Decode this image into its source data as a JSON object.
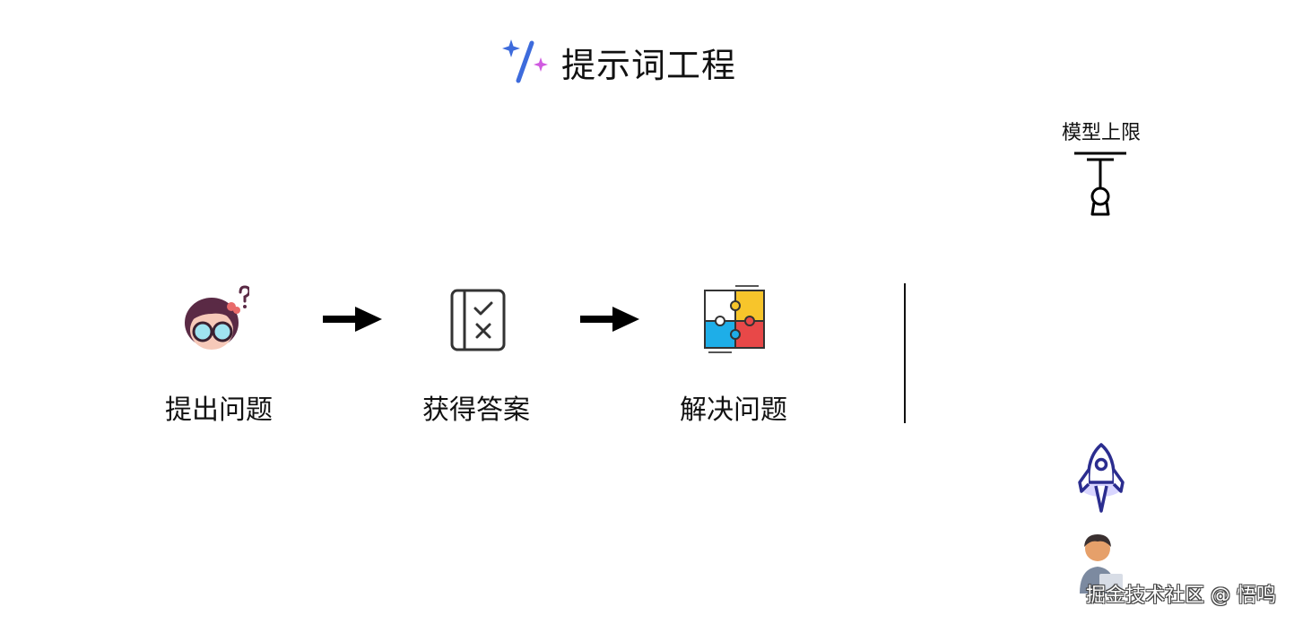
{
  "header": {
    "title": "提示词工程",
    "icon": "prompt-sparkle-icon",
    "colors": {
      "slash": "#3d6bdc",
      "sparkle_blue": "#3d6bdc",
      "sparkle_pink": "#d05be0"
    }
  },
  "steps": [
    {
      "label": "提出问题",
      "icon": "girl-question-icon"
    },
    {
      "label": "获得答案",
      "icon": "checklist-icon"
    },
    {
      "label": "解决问题",
      "icon": "puzzle-icon"
    }
  ],
  "arrows": [
    "arrow-right-icon",
    "arrow-right-icon"
  ],
  "model_limit": {
    "label": "模型上限",
    "icon": "limit-gauge-icon"
  },
  "side_icons": [
    "rocket-icon",
    "person-laptop-icon"
  ],
  "watermark": "掘金技术社区 @ 悟鸣"
}
